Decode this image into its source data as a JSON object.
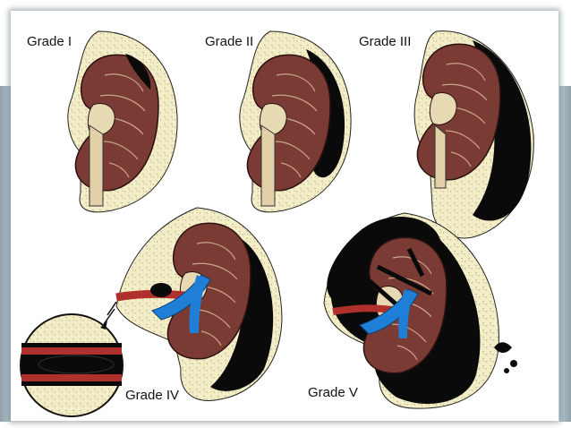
{
  "grades": [
    {
      "label": "Grade I"
    },
    {
      "label": "Grade II"
    },
    {
      "label": "Grade III"
    },
    {
      "label": "Grade IV"
    },
    {
      "label": "Grade V"
    }
  ],
  "colors": {
    "kidney": "#7a3b35",
    "kidney_inner": "#d9c9a0",
    "fat": "#f2ebc2",
    "hematoma": "#0a0a0a",
    "vessel_blue": "#1f7fd6",
    "vessel_red": "#b0302c",
    "frame": "#8fa3ad"
  }
}
